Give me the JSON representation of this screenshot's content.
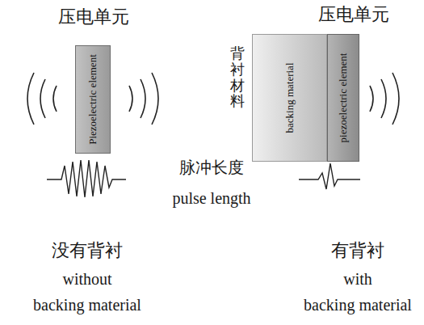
{
  "diagram": {
    "nodes": [
      {
        "text": [
          "压电单元",
          "Piezoelectric element"
        ]
      },
      {
        "text": [
          "背衬材料",
          "backing material"
        ]
      },
      {
        "text": [
          "压电单元",
          "piezoelectric element"
        ]
      }
    ],
    "labels": [
      "脉冲长度",
      "pulse length",
      "没有背衬",
      "without",
      "backing material",
      "有背衬",
      "with",
      "backing material"
    ]
  }
}
